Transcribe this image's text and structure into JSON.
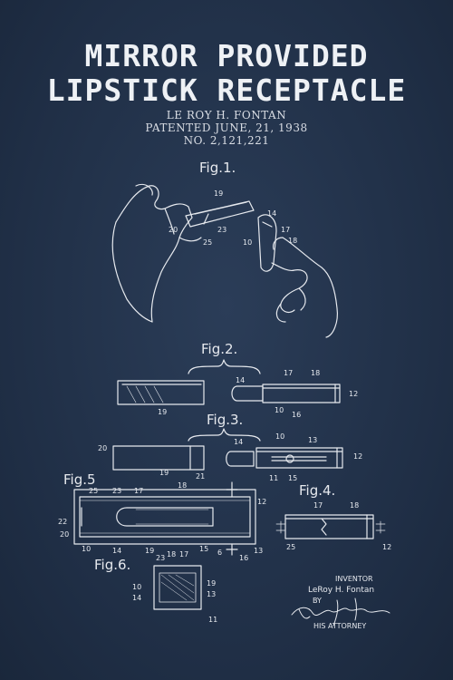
{
  "title_line1": "MIRROR PROVIDED",
  "title_line2": "LIPSTICK RECEPTACLE",
  "inventor_line": "LE ROY H. FONTAN",
  "patent_date": "PATENTED JUNE, 21, 1938",
  "patent_number": "NO. 2,121,221",
  "figures": {
    "fig1": "Fig.1.",
    "fig2": "Fig.2.",
    "fig3": "Fig.3.",
    "fig4": "Fig.4.",
    "fig5": "Fig.5",
    "fig6": "Fig.6."
  },
  "signature": {
    "inventor_label": "INVENTOR",
    "inventor_name": "LeRoy H. Fontan",
    "by": "BY",
    "attorney": "HIS ATTORNEY"
  },
  "colors": {
    "background": "#22324a",
    "ink": "#e6e9ee"
  }
}
